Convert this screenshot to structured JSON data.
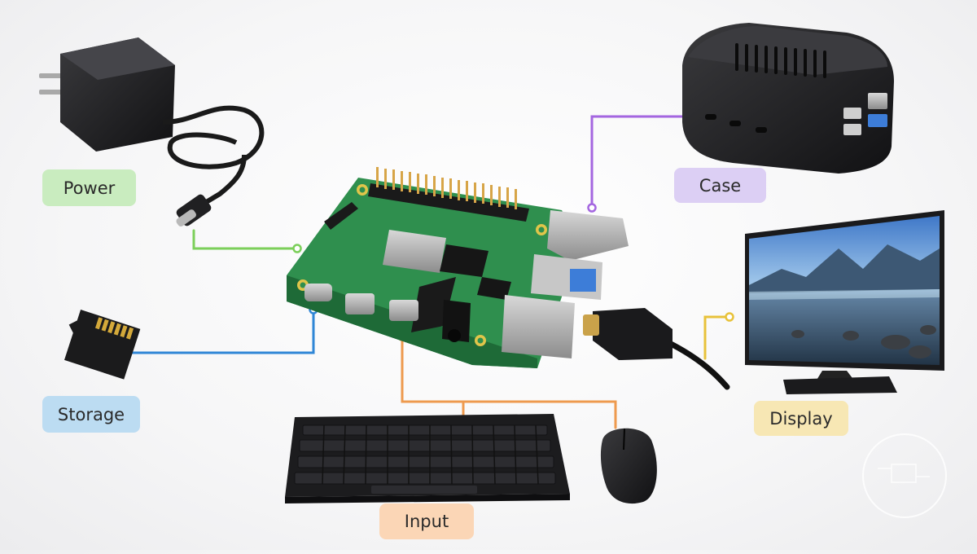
{
  "labels": {
    "power": "Power",
    "storage": "Storage",
    "case": "Case",
    "display": "Display",
    "input": "Input"
  },
  "colors": {
    "power_line": "#7ccf5a",
    "storage_line": "#2f86d6",
    "case_line": "#a466e0",
    "display_line": "#e8c23a",
    "input_line": "#ee9a4e",
    "board_green": "#2f8f4e",
    "device_black": "#1d1d1f"
  },
  "components": {
    "board": "raspberry-pi-board",
    "power": "usb-c-power-adapter",
    "storage": "microsd-card",
    "case": "black-case",
    "display": "monitor",
    "keyboard": "keyboard",
    "mouse": "mouse"
  }
}
